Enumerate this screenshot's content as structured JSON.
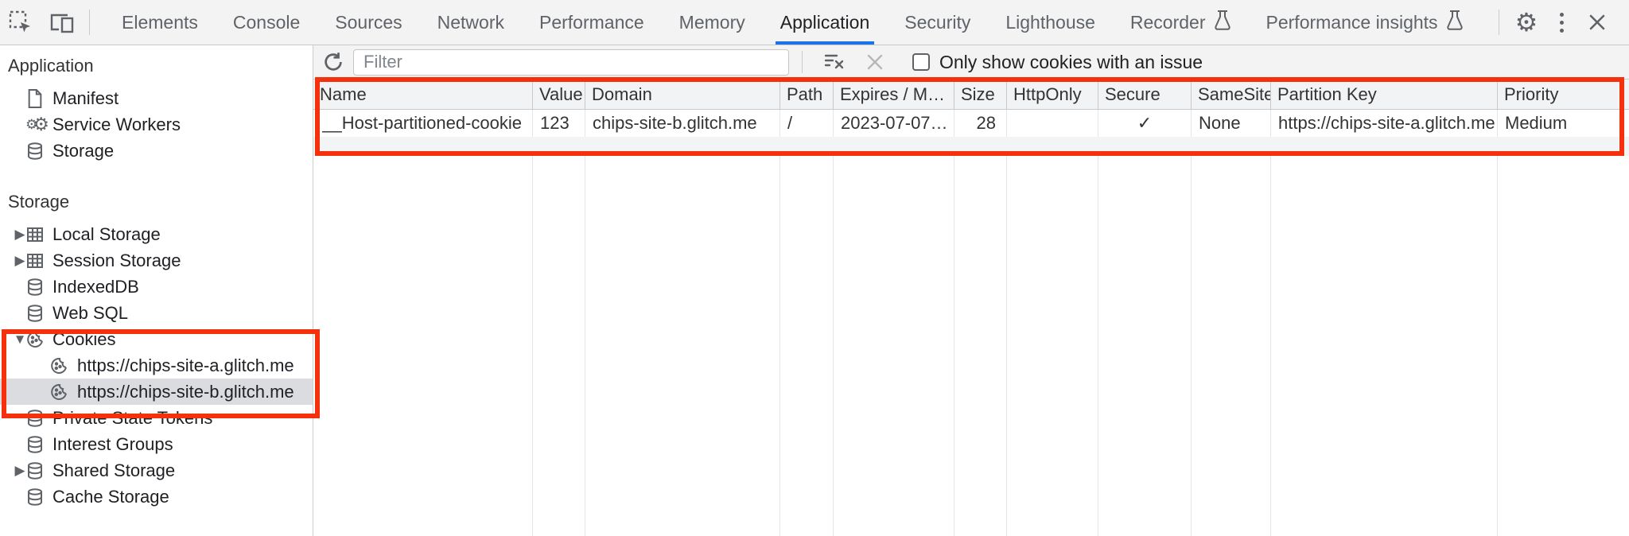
{
  "toolbar": {
    "tabs": [
      {
        "label": "Elements"
      },
      {
        "label": "Console"
      },
      {
        "label": "Sources"
      },
      {
        "label": "Network"
      },
      {
        "label": "Performance"
      },
      {
        "label": "Memory"
      },
      {
        "label": "Application",
        "selected": true
      },
      {
        "label": "Security"
      },
      {
        "label": "Lighthouse"
      },
      {
        "label": "Recorder",
        "experiment_flask": true
      },
      {
        "label": "Performance insights",
        "experiment_flask": true
      }
    ],
    "icons": [
      "inspect-element",
      "toggle-device-toolbar",
      "settings-gear",
      "more-options",
      "close"
    ]
  },
  "sidebar": {
    "section1_title": "Application",
    "app_items": [
      {
        "label": "Manifest",
        "icon": "document"
      },
      {
        "label": "Service Workers",
        "icon": "service-worker-gears"
      },
      {
        "label": "Storage",
        "icon": "database"
      }
    ],
    "section2_title": "Storage",
    "storage_items": [
      {
        "label": "Local Storage",
        "icon": "table-grid",
        "expander": "collapsed"
      },
      {
        "label": "Session Storage",
        "icon": "table-grid",
        "expander": "collapsed"
      },
      {
        "label": "IndexedDB",
        "icon": "database"
      },
      {
        "label": "Web SQL",
        "icon": "database"
      },
      {
        "label": "Cookies",
        "icon": "cookie",
        "expander": "expanded"
      },
      {
        "label": "https://chips-site-a.glitch.me",
        "icon": "cookie",
        "child": true
      },
      {
        "label": "https://chips-site-b.glitch.me",
        "icon": "cookie",
        "child": true,
        "selected": true
      },
      {
        "label": "Private State Tokens",
        "icon": "database"
      },
      {
        "label": "Interest Groups",
        "icon": "database"
      },
      {
        "label": "Shared Storage",
        "icon": "database",
        "expander": "collapsed"
      },
      {
        "label": "Cache Storage",
        "icon": "database"
      }
    ]
  },
  "filter_bar": {
    "placeholder": "Filter",
    "filter_value": "",
    "checkbox_label": "Only show cookies with an issue",
    "checkbox_checked": false,
    "icons": [
      "reload",
      "clear-filter",
      "clear-x-disabled"
    ]
  },
  "cookie_table": {
    "columns": [
      "Name",
      "Value",
      "Domain",
      "Path",
      "Expires / M…",
      "Size",
      "HttpOnly",
      "Secure",
      "SameSite",
      "Partition Key",
      "Priority"
    ],
    "rows": [
      {
        "cells": [
          "__Host-partitioned-cookie",
          "123",
          "chips-site-b.glitch.me",
          "/",
          "2023-07-07…",
          "28",
          "",
          "✓",
          "None",
          "https://chips-site-a.glitch.me",
          "Medium"
        ]
      }
    ]
  },
  "annotations": {
    "highlight_color": "#f4300d",
    "boxes": [
      "cookie-table-highlight",
      "cookies-tree-highlight"
    ]
  },
  "colors": {
    "accent_blue": "#1a73e8",
    "toolbar_bg": "#f3f3f3",
    "selected_item_bg": "#dadce0"
  }
}
